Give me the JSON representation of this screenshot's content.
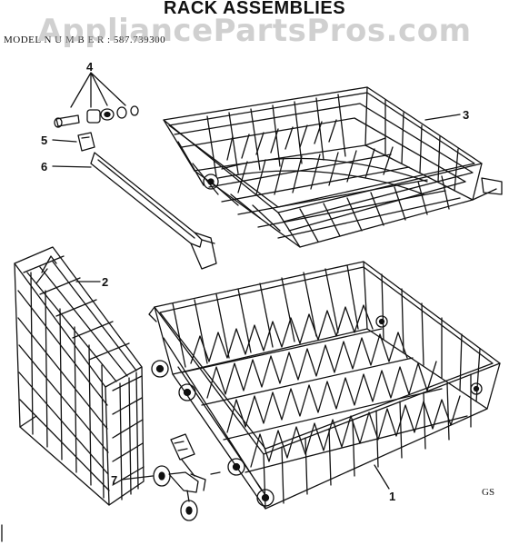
{
  "title": "RACK ASSEMBLIES",
  "model_label": "MODEL N U M B E R : 587.739300",
  "watermark": "AppliancePartsPros.com",
  "diagram_code": "GS",
  "callouts": [
    "1",
    "2",
    "3",
    "4",
    "5",
    "6",
    "7"
  ],
  "colors": {
    "ink": "#111111",
    "paper": "#ffffff",
    "watermark": "#aaaaaa"
  }
}
